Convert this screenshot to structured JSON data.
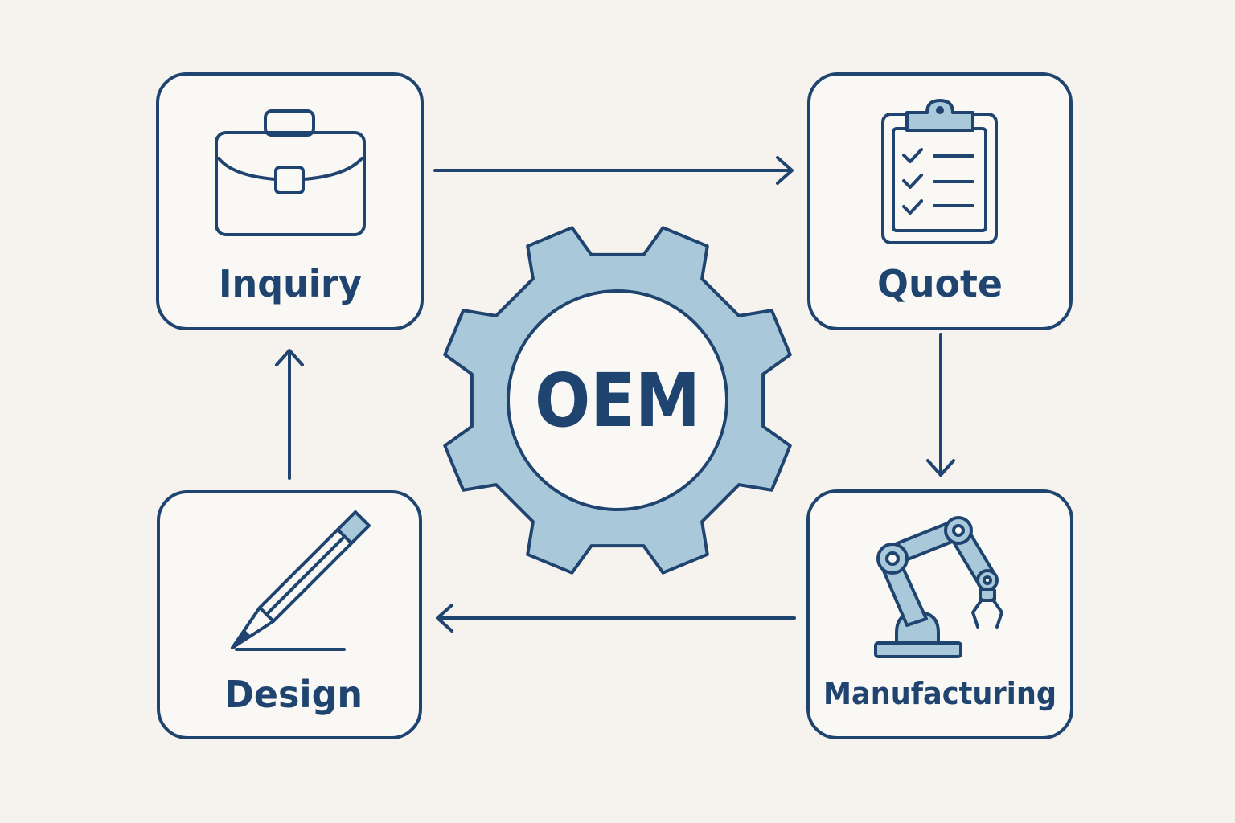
{
  "center": {
    "label": "OEM",
    "gear_fill": "#a9c8da",
    "stroke": "#1f4470"
  },
  "steps": [
    {
      "id": "inquiry",
      "label": "Inquiry",
      "icon": "briefcase-icon"
    },
    {
      "id": "quote",
      "label": "Quote",
      "icon": "clipboard-checklist-icon"
    },
    {
      "id": "manufacturing",
      "label": "Manufacturing",
      "icon": "robotic-arm-icon"
    },
    {
      "id": "design",
      "label": "Design",
      "icon": "pencil-icon"
    }
  ],
  "flow": [
    {
      "from": "inquiry",
      "to": "quote"
    },
    {
      "from": "quote",
      "to": "manufacturing"
    },
    {
      "from": "manufacturing",
      "to": "design"
    },
    {
      "from": "design",
      "to": "inquiry"
    }
  ],
  "colors": {
    "background": "#f6f3ee",
    "card_fill": "#faf8f4",
    "stroke": "#1f4470",
    "accent": "#a9c8da"
  }
}
